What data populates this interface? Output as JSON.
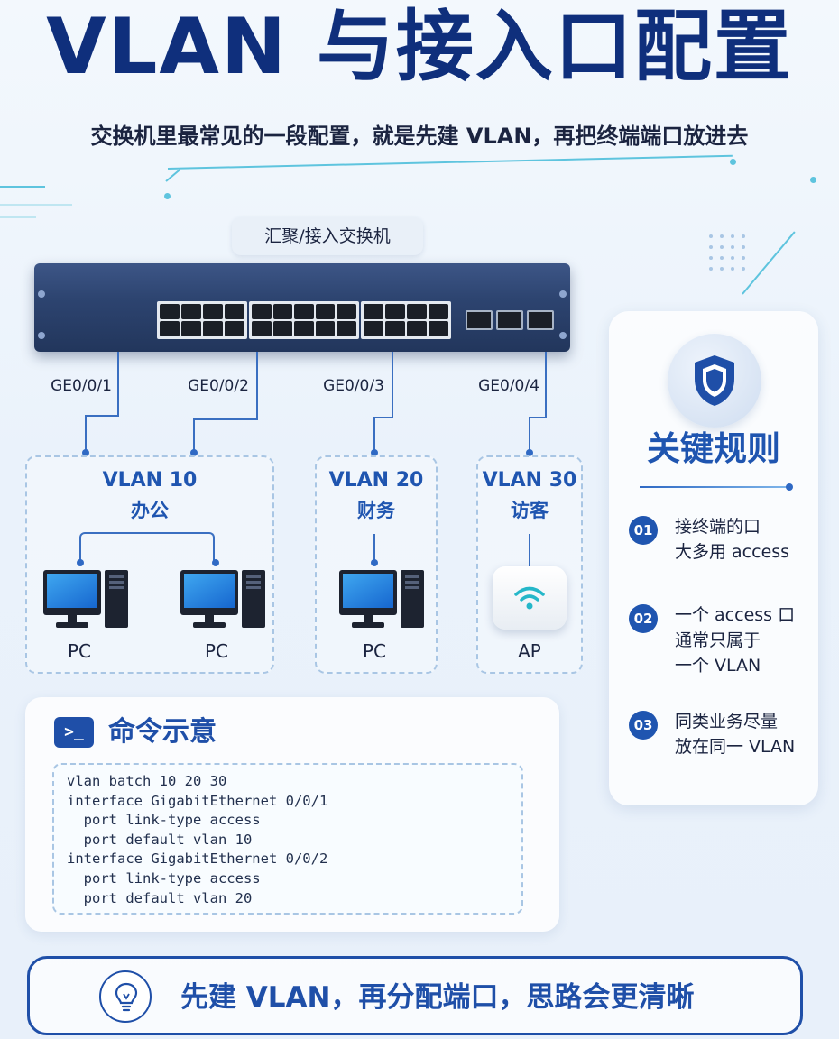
{
  "title": "VLAN 与接入口配置",
  "subtitle": "交换机里最常见的一段配置，就是先建 VLAN，再把终端端口放进去",
  "switch_label": "汇聚/接入交换机",
  "ports": [
    "GE0/0/1",
    "GE0/0/2",
    "GE0/0/3",
    "GE0/0/4"
  ],
  "vlans": [
    {
      "name": "VLAN 10",
      "desc": "办公",
      "devices": [
        "PC",
        "PC"
      ]
    },
    {
      "name": "VLAN 20",
      "desc": "财务",
      "devices": [
        "PC"
      ]
    },
    {
      "name": "VLAN 30",
      "desc": "访客",
      "devices": [
        "AP"
      ]
    }
  ],
  "rules": {
    "title": "关键规则",
    "items": [
      {
        "num": "01",
        "text": "接终端的口\n大多用 access"
      },
      {
        "num": "02",
        "text": "一个 access 口\n通常只属于\n一个 VLAN"
      },
      {
        "num": "03",
        "text": "同类业务尽量\n放在同一 VLAN"
      }
    ]
  },
  "command": {
    "icon_text": ">_",
    "title": "命令示意",
    "lines": [
      "vlan batch 10 20 30",
      "interface GigabitEthernet 0/0/1",
      "  port link-type access",
      "  port default vlan 10",
      "interface GigabitEthernet 0/0/2",
      "  port link-type access",
      "  port default vlan 20"
    ]
  },
  "footer": "先建 VLAN，再分配端口，思路会更清晰",
  "icons": {
    "shield": "shield-icon",
    "terminal": "terminal-icon",
    "lightbulb": "lightbulb-icon",
    "wifi": "wifi-icon"
  },
  "colors": {
    "title": "#0f2f7c",
    "accent": "#1f55b0",
    "line": "#3a6fc1",
    "decor": "#5ec4de"
  }
}
